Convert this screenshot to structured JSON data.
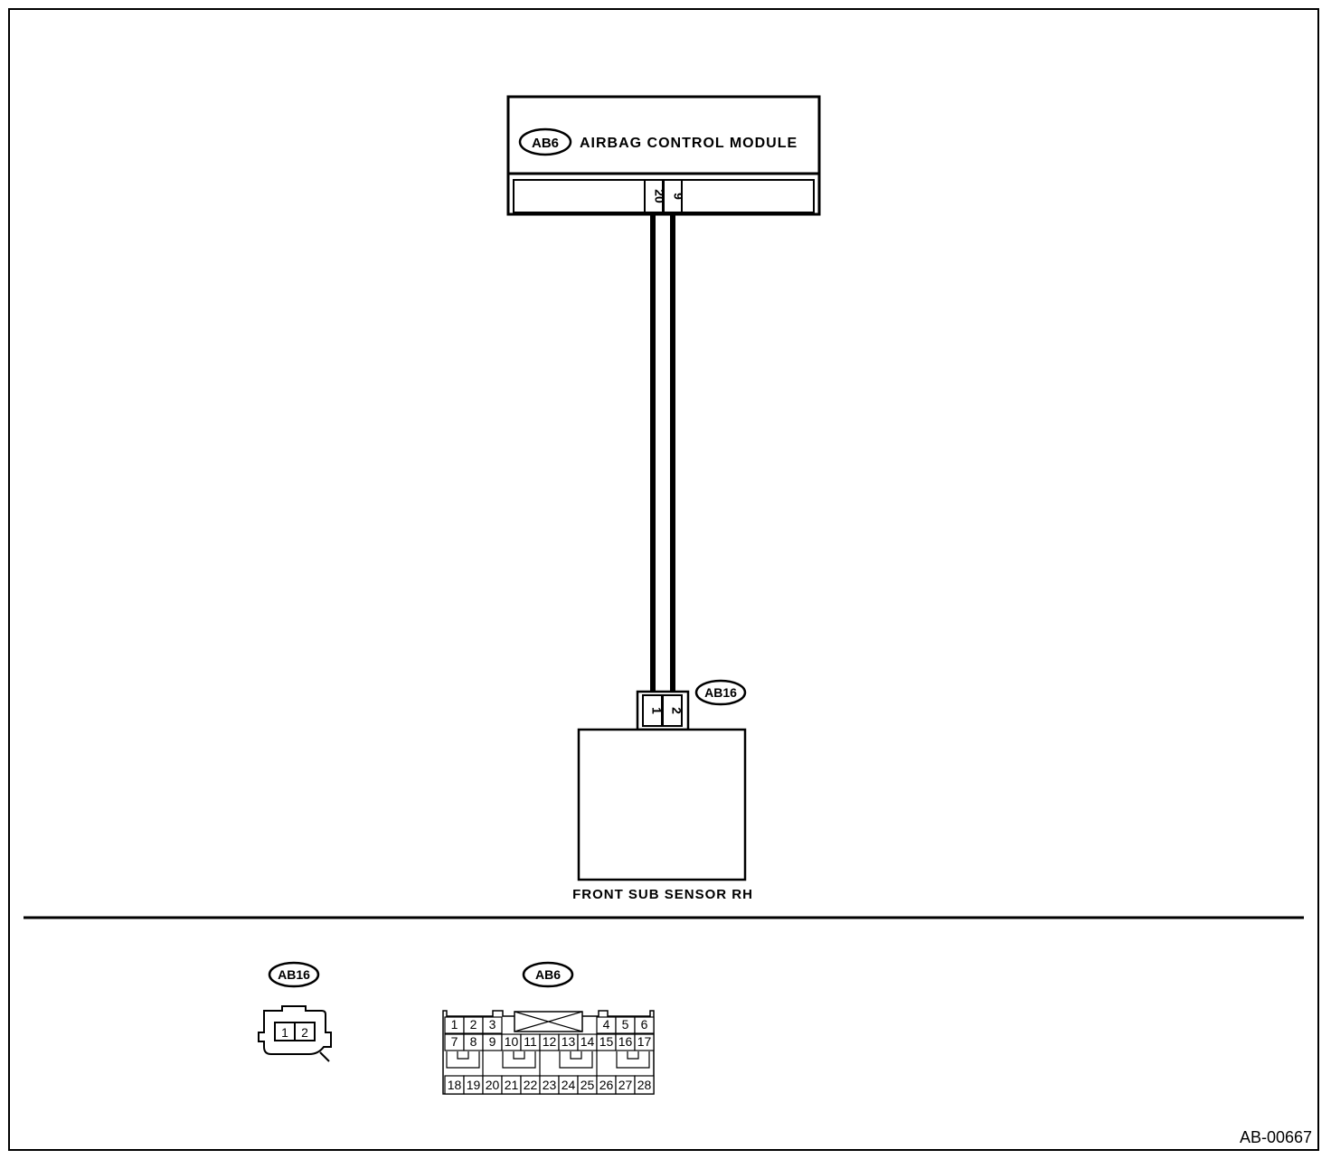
{
  "diagram_id": "AB-00667",
  "module": {
    "connector_id": "AB6",
    "name": "AIRBAG CONTROL MODULE",
    "terminals": [
      "20",
      "9"
    ]
  },
  "sensor": {
    "connector_id": "AB16",
    "name": "FRONT SUB SENSOR RH",
    "terminals": [
      "1",
      "2"
    ]
  },
  "legend": {
    "ab16": {
      "connector_id": "AB16",
      "pins": [
        "1",
        "2"
      ]
    },
    "ab6": {
      "connector_id": "AB6",
      "row1_left": [
        "1",
        "2",
        "3"
      ],
      "row1_right": [
        "4",
        "5",
        "6"
      ],
      "row2": [
        "7",
        "8",
        "9",
        "10",
        "11",
        "12",
        "13",
        "14",
        "15",
        "16",
        "17"
      ],
      "row3": [
        "18",
        "19",
        "20",
        "21",
        "22",
        "23",
        "24",
        "25",
        "26",
        "27",
        "28"
      ]
    }
  }
}
